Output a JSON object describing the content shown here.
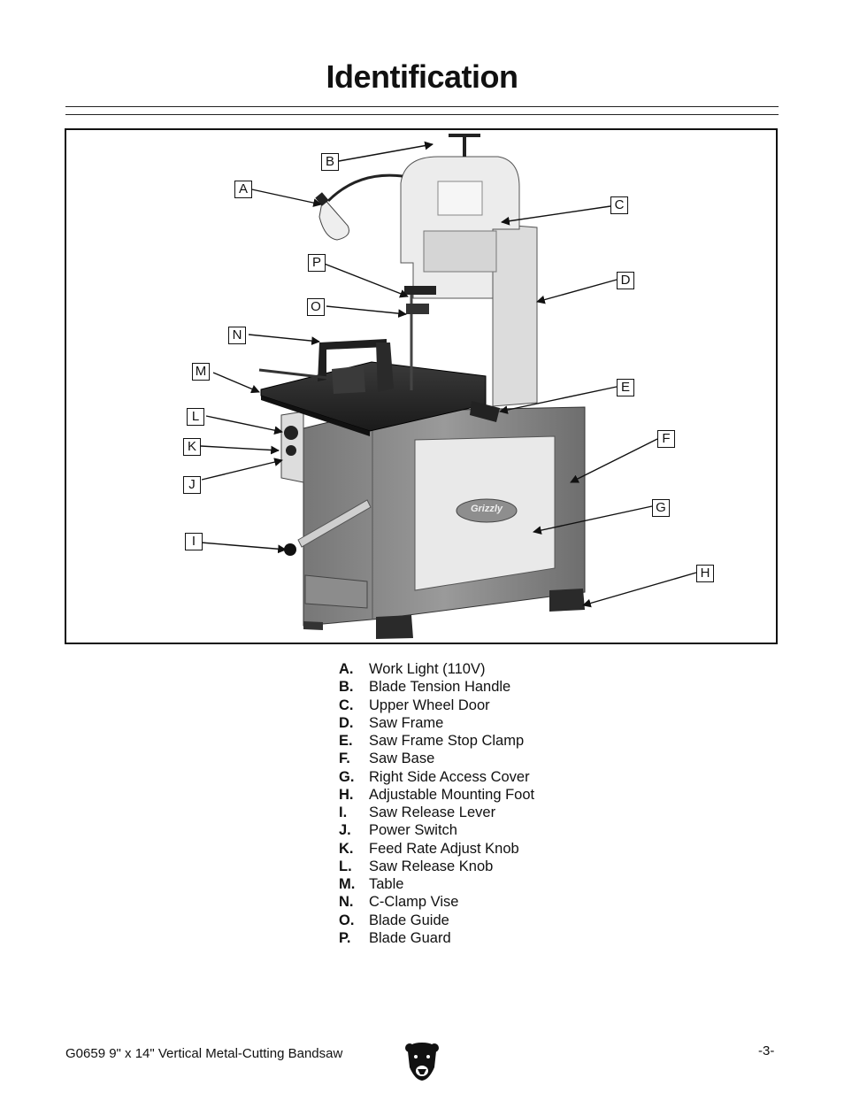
{
  "page": {
    "title": "Identification",
    "footer_model": "G0659 9\" x 14\" Vertical Metal-Cutting Bandsaw",
    "page_number": "-3-"
  },
  "figure": {
    "callouts": [
      "A",
      "B",
      "C",
      "D",
      "E",
      "F",
      "G",
      "H",
      "I",
      "J",
      "K",
      "L",
      "M",
      "N",
      "O",
      "P"
    ],
    "door_badge": "Grizzly"
  },
  "legend": [
    {
      "key": "A.",
      "label": "Work Light (110V)"
    },
    {
      "key": "B.",
      "label": "Blade Tension Handle"
    },
    {
      "key": "C.",
      "label": "Upper Wheel Door"
    },
    {
      "key": "D.",
      "label": "Saw Frame"
    },
    {
      "key": "E.",
      "label": "Saw Frame Stop Clamp"
    },
    {
      "key": "F.",
      "label": "Saw Base"
    },
    {
      "key": "G.",
      "label": "Right Side Access Cover"
    },
    {
      "key": "H.",
      "label": "Adjustable Mounting Foot"
    },
    {
      "key": "I.",
      "label": "Saw Release Lever"
    },
    {
      "key": "J.",
      "label": "Power Switch"
    },
    {
      "key": "K.",
      "label": "Feed Rate Adjust Knob"
    },
    {
      "key": "L.",
      "label": "Saw Release Knob"
    },
    {
      "key": "M.",
      "label": "Table"
    },
    {
      "key": "N.",
      "label": "C-Clamp Vise"
    },
    {
      "key": "O.",
      "label": "Blade Guide"
    },
    {
      "key": "P.",
      "label": "Blade Guard"
    }
  ]
}
